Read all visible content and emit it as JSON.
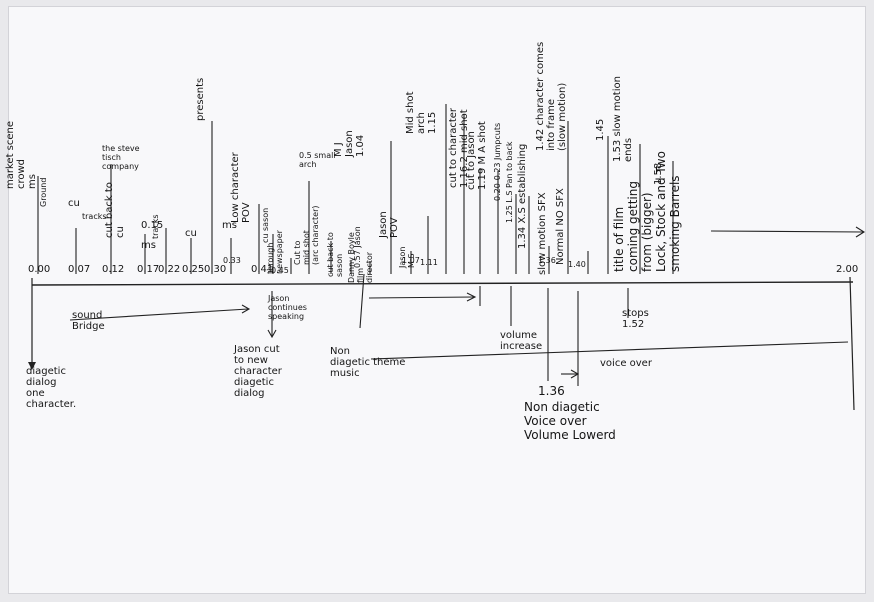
{
  "ticks": [
    "0.00",
    "0.07",
    "0.12",
    "0.17",
    "0.22",
    "0.25",
    "0.30",
    "0.33",
    "0.41",
    "0.45",
    "1.07",
    "1.11",
    "1.36",
    "1.40",
    "2.00"
  ],
  "shots": {
    "s0": "market scene\ncrowd\nms",
    "s1": "Ground",
    "s2": "cu",
    "s3": "tracks",
    "s4": "the steve\ntisch\ncompany",
    "s5": "cut back to\ncu",
    "s6": "0.15",
    "s7": "ms",
    "s8": "tracks",
    "s9": "cu",
    "s10": "presents",
    "s11": "ms",
    "s12": "Low character\nPOV",
    "s13": "cu sason",
    "s14": "through\nnewspaper",
    "s15": "0.5 small\narch",
    "s16": "Cut to\nmid shot\n(arc character)",
    "s17": "cut back to\nsason",
    "s18": "0.57 Jason",
    "s19": "Danny Boyle\nfilm\ndirector",
    "s20": "M J\nJason\n1.04",
    "s21": "Jason\nPOV",
    "s22": "Jason\nM S",
    "s23": "Mid shot\narch\n1.15",
    "s24": "cut to character\n1.16.2 mid shot",
    "s25": "cut to Jason\n1.19 M A shot",
    "s26": "0.20-0.23 Jumpcuts",
    "s27": "1.25 L.S Pan to back",
    "s28": "1.34 X.S establishing",
    "s29": "slow motion SFX",
    "s30": "Normal NO SFX",
    "s31": "1.42 character comes\ninto frame\n(slow motion)",
    "s32": "1.45",
    "s33": "1.53 slow motion\nends",
    "s34": "1.58",
    "s35": "title of film\ncoming getting\nfrom (bigger)\nLock, Stock and Two\nsmoking Barrels"
  },
  "sound": {
    "l0": "diagetic\ndialog\none\ncharacter.",
    "l1": "sound\nBridge",
    "l2": "Jason\ncontinues\nspeaking",
    "l3": "Jason cut\nto new\ncharacter\ndiagetic\ndialog",
    "l4": "Non\ndiagetic theme\nmusic",
    "l5": "volume\nincrease",
    "l6": "1.36",
    "l7": "Non diagetic\nVoice over\nVolume Lowerd",
    "l8": "stops\n1.52",
    "l9": "voice over"
  }
}
